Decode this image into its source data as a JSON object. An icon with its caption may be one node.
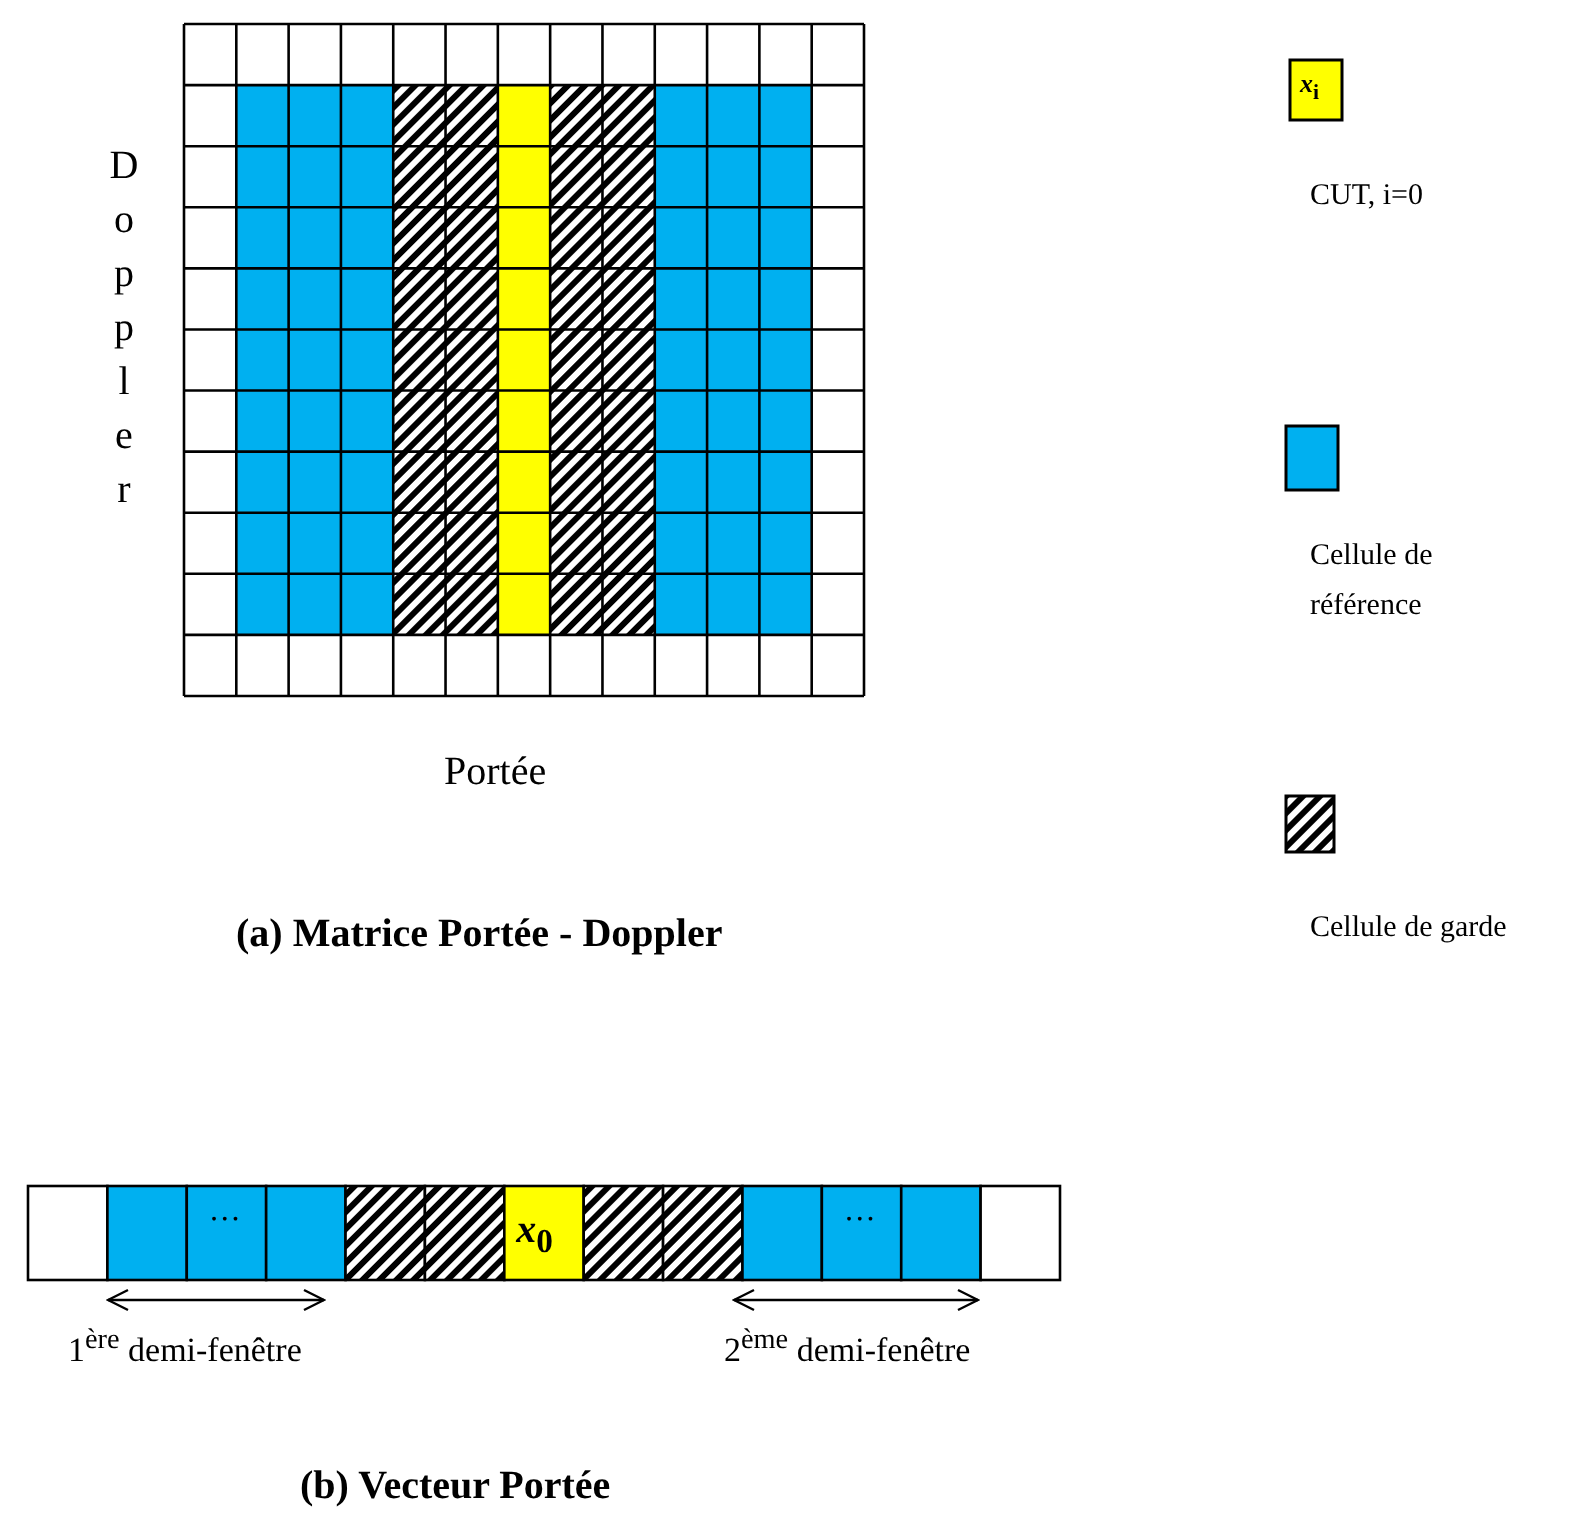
{
  "diagram": {
    "labels": [
      "Doppler",
      "Portée",
      "(a) Matrice Portée - Doppler",
      "*x*$_{i}$",
      "…",
      "*x*$_{0}$",
      "…",
      "1$^{ère}$ demi-fenêtre",
      "2$^{ème}$ demi-fenêtre",
      "(b) Vecteur Portée"
    ],
    "legend": [
      {
        "text": "CUT, i=0",
        "color": "#ffff00"
      },
      {
        "text": "Cellule de référence",
        "color": "#00b0f0"
      },
      {
        "text": "Cellule de garde"
      }
    ]
  }
}
